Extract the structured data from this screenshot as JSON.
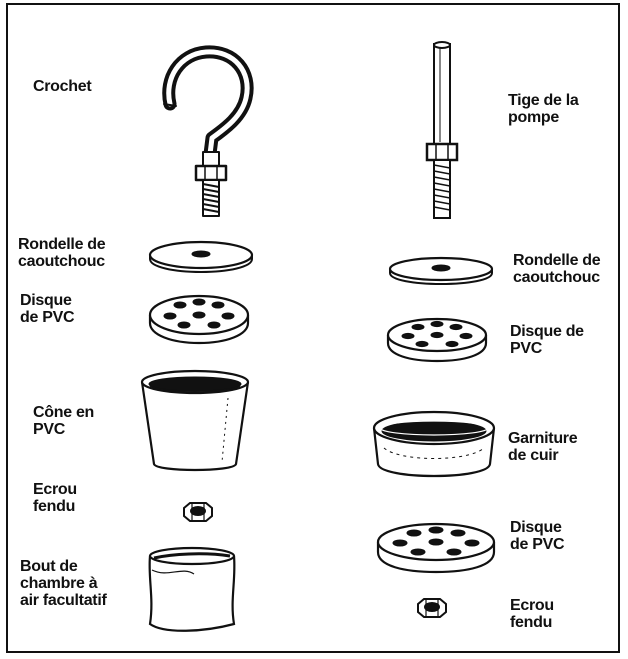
{
  "left_column": {
    "hook": "Crochet",
    "rubber_washer": "Rondelle de\ncaoutchouc",
    "pvc_disc": "Disque\nde PVC",
    "pvc_cone": "Cône en\nPVC",
    "split_nut": "Ecrou\nfendu",
    "tube_end": "Bout de\nchambre à\nair facultatif"
  },
  "right_column": {
    "pump_rod": "Tige de la\npompe",
    "rubber_washer": "Rondelle de\ncaoutchouc",
    "pvc_disc_top": "Disque de\nPVC",
    "leather_packing": "Garniture\nde cuir",
    "pvc_disc_bottom": "Disque\nde PVC",
    "split_nut": "Ecrou\nfendu"
  },
  "colors": {
    "ink": "#111111",
    "paper": "#ffffff"
  }
}
